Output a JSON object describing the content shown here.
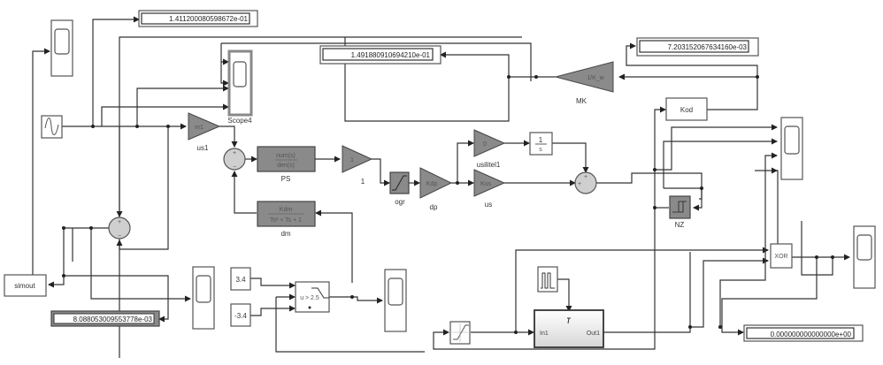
{
  "diagram": {
    "type": "simulink-model",
    "displays": [
      {
        "id": "display-1",
        "value": "1.411200080598672e-01"
      },
      {
        "id": "display-2",
        "value": "1.491880910694210e-01"
      },
      {
        "id": "display-3",
        "value": "7.203152067634160e-03"
      },
      {
        "id": "display-4",
        "value": "8.088053009553778e-03"
      },
      {
        "id": "display-5",
        "value": "0.000000000000000e+00"
      }
    ],
    "blocks": {
      "sine_wave": {
        "label": "",
        "icon": "sine-wave-icon"
      },
      "scope4": {
        "label": "Scope4"
      },
      "gain_us1": {
        "label": "us1",
        "inner": "m1"
      },
      "ps": {
        "label": "PS",
        "inner_num": "num(s)",
        "inner_den": "den(s)"
      },
      "gain_1": {
        "label": "1",
        "inner": "1"
      },
      "ogr": {
        "label": "ogr"
      },
      "gain_dp": {
        "label": "dp",
        "inner": "Kdp"
      },
      "gain_usilitel1": {
        "label": "usilitel1",
        "inner": "0"
      },
      "integrator": {
        "label": "",
        "num": "1",
        "den": "s"
      },
      "gain_us": {
        "label": "us",
        "inner": "Kus"
      },
      "dm": {
        "label": "dm",
        "inner_num": "Kdm",
        "inner_den": "Ts² + Ts + 1"
      },
      "gain_mk": {
        "label": "MK",
        "inner": "1/K_w"
      },
      "kod": {
        "label": "Kod"
      },
      "nz": {
        "label": "NZ"
      },
      "xor": {
        "label": "",
        "inner": "XOR"
      },
      "simout": {
        "label": "simout"
      },
      "const_pos": {
        "label": "3.4"
      },
      "const_neg": {
        "label": "-3.4"
      },
      "switch": {
        "label": "",
        "inner": "u > 2.5"
      },
      "pulse_gen": {
        "label": ""
      },
      "saturation": {
        "label": ""
      },
      "subsystem": {
        "in_port": "In1",
        "out_port": "Out1"
      }
    }
  }
}
